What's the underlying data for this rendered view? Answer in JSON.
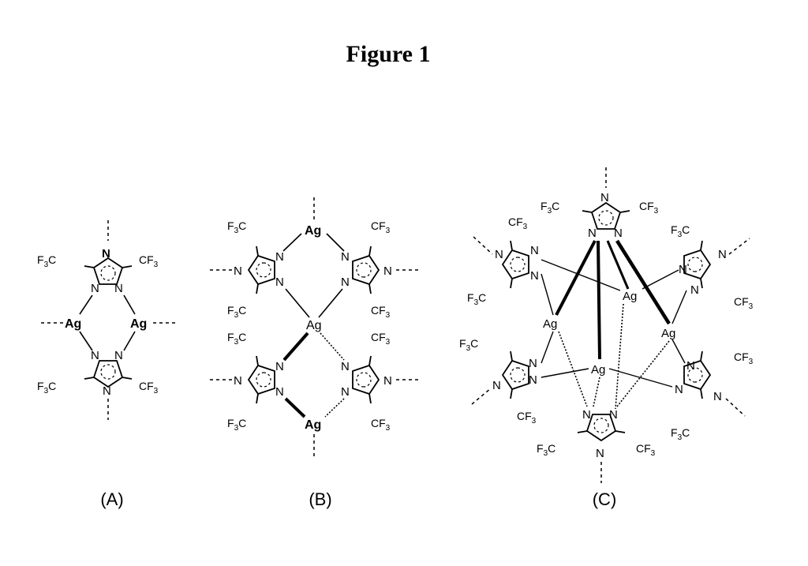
{
  "figure_title": "Figure 1",
  "panels": {
    "a": {
      "label": "(A)"
    },
    "b": {
      "label": "(B)"
    },
    "c": {
      "label": "(C)"
    }
  },
  "atoms": {
    "silver": "Ag",
    "nitrogen": "N",
    "cf3_right": "CF3",
    "cf3_left": "F3C"
  },
  "colors": {
    "ink": "#000000",
    "background": "#ffffff"
  }
}
